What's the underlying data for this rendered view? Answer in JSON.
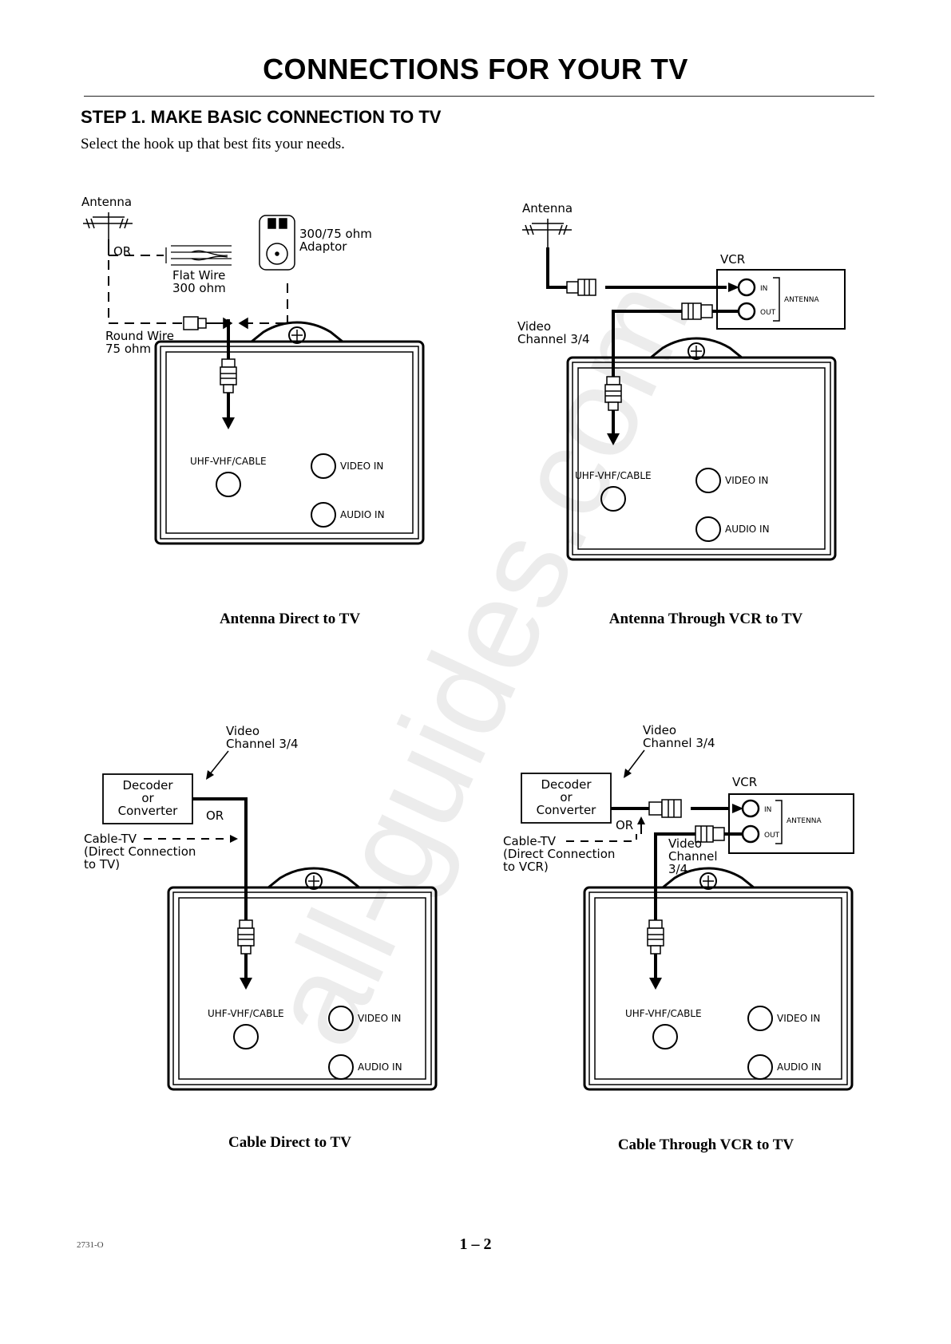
{
  "page": {
    "title": "CONNECTIONS FOR YOUR TV",
    "step_heading": "STEP 1. MAKE BASIC CONNECTION TO TV",
    "intro": "Select the hook up that best fits your needs.",
    "footer_code": "2731-O",
    "page_number": "1 – 2",
    "watermark": "all-guides.com"
  },
  "tv": {
    "input_label": "UHF-VHF/CABLE",
    "video_in": "VIDEO IN",
    "audio_in": "AUDIO IN"
  },
  "vcr": {
    "title": "VCR",
    "in": "IN",
    "out": "OUT",
    "antenna": "ANTENNA"
  },
  "diagram1": {
    "caption": "Antenna Direct to TV",
    "antenna": "Antenna",
    "or": "OR",
    "flat_wire": "Flat Wire",
    "flat_wire_ohm": "300 ohm",
    "adaptor_ohm": "300/75 ohm",
    "adaptor": "Adaptor",
    "round_wire": "Round Wire",
    "round_wire_ohm": "75 ohm"
  },
  "diagram2": {
    "caption": "Antenna Through VCR to TV",
    "antenna": "Antenna",
    "video": "Video",
    "channel": "Channel 3/4"
  },
  "diagram3": {
    "caption": "Cable Direct to TV",
    "video": "Video",
    "channel": "Channel 3/4",
    "decoder": "Decoder",
    "or_small": "or",
    "converter": "Converter",
    "or": "OR",
    "cable_tv": "Cable-TV",
    "direct_connection": "(Direct Connection",
    "to_tv": "to TV)"
  },
  "diagram4": {
    "caption": "Cable Through VCR to TV",
    "video": "Video",
    "channel": "Channel 3/4",
    "decoder": "Decoder",
    "or_small": "or",
    "converter": "Converter",
    "or": "OR",
    "cable_tv": "Cable-TV",
    "direct_connection": "(Direct Connection",
    "to_vcr": "to VCR)",
    "video2": "Video",
    "channel2": "Channel",
    "channel2_num": "3/4"
  }
}
